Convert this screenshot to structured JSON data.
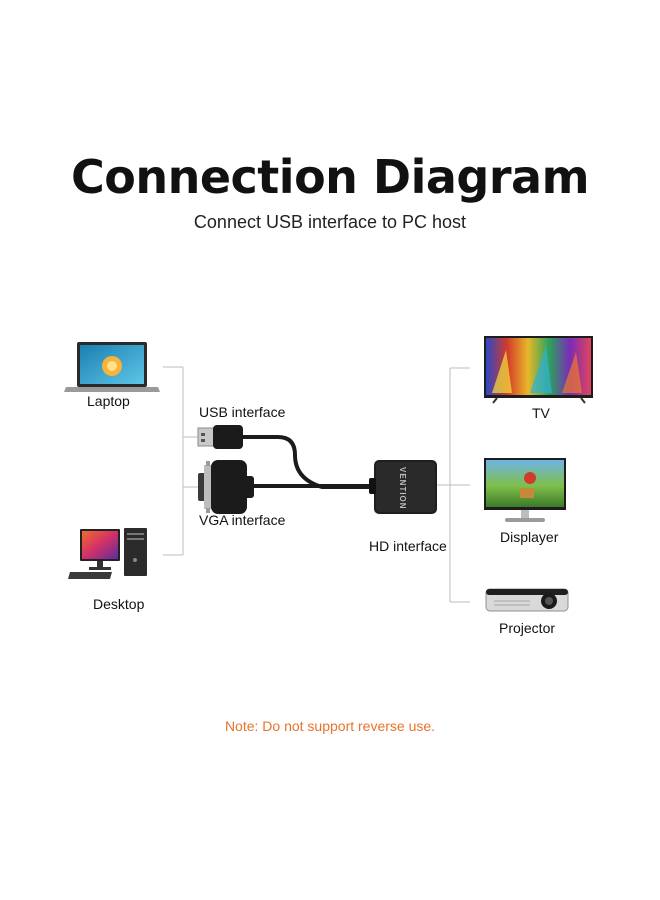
{
  "title": "Connection Diagram",
  "subtitle": "Connect USB interface to PC host",
  "sources": [
    {
      "label": "Laptop",
      "icon": "laptop-icon"
    },
    {
      "label": "Desktop",
      "icon": "desktop-computer-icon"
    }
  ],
  "adapter": {
    "usb_label": "USB interface",
    "vga_label": "VGA interface",
    "hd_label": "HD interface",
    "brand": "VENTION"
  },
  "outputs": [
    {
      "label": "TV",
      "icon": "tv-icon"
    },
    {
      "label": "Displayer",
      "icon": "monitor-icon"
    },
    {
      "label": "Projector",
      "icon": "projector-icon"
    }
  ],
  "note": "Note: Do not support reverse use.",
  "colors": {
    "note": "#e8732c",
    "line": "#bdbdbd",
    "device": "#1b1b1b"
  }
}
